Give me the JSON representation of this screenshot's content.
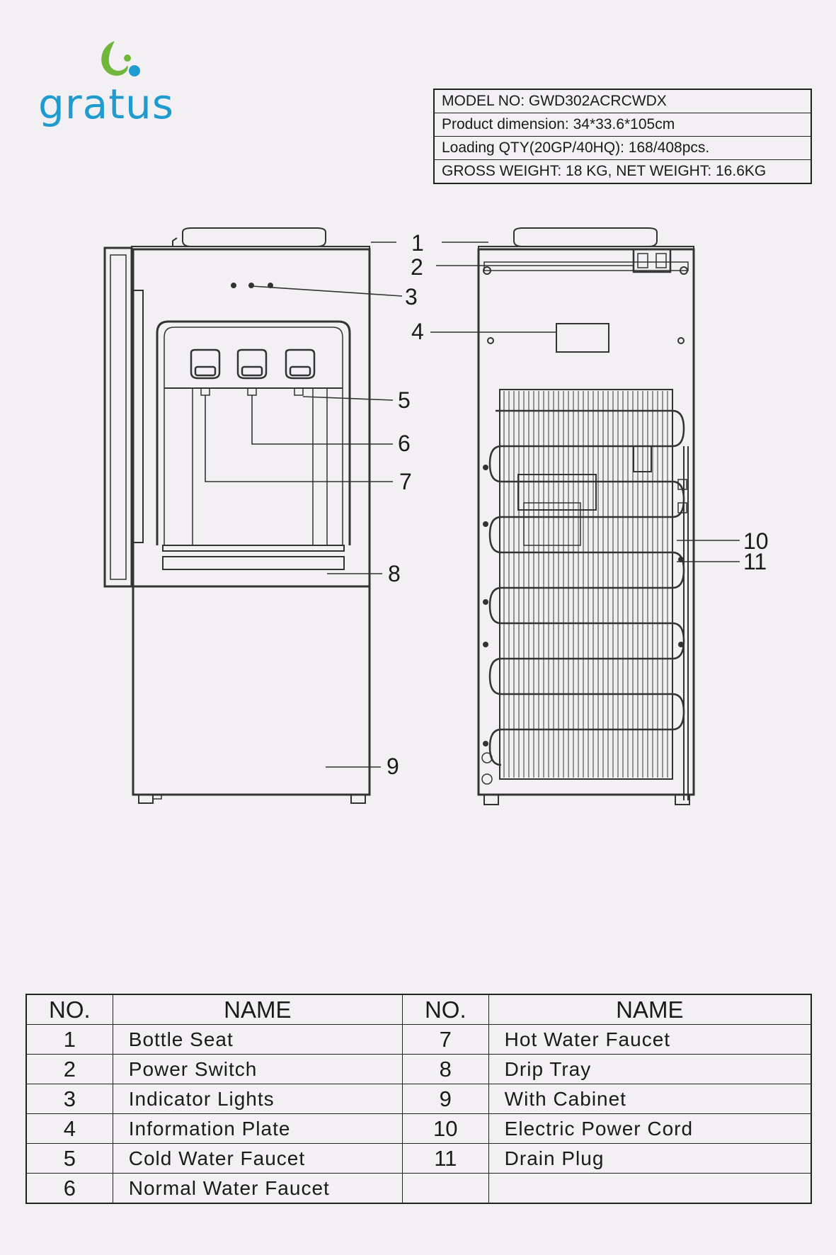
{
  "brand": {
    "name": "gratus",
    "colors": {
      "green": "#6fb63a",
      "blue": "#1f9bd0"
    }
  },
  "specs": [
    "MODEL NO: GWD302ACRCWDX",
    "Product dimension: 34*33.6*105cm",
    "Loading QTY(20GP/40HQ): 168/408pcs.",
    "GROSS WEIGHT: 18 KG, NET WEIGHT: 16.6KG"
  ],
  "callouts": [
    "1",
    "2",
    "3",
    "4",
    "5",
    "6",
    "7",
    "8",
    "9",
    "10",
    "11"
  ],
  "parts_table": {
    "headers": [
      "NO.",
      "NAME",
      "NO.",
      "NAME"
    ],
    "rows": [
      {
        "no_left": "1",
        "name_left": "Bottle Seat",
        "no_right": "7",
        "name_right": "Hot Water Faucet"
      },
      {
        "no_left": "2",
        "name_left": "Power Switch",
        "no_right": "8",
        "name_right": "Drip Tray"
      },
      {
        "no_left": "3",
        "name_left": "Indicator Lights",
        "no_right": "9",
        "name_right": "With Cabinet"
      },
      {
        "no_left": "4",
        "name_left": "Information Plate",
        "no_right": "10",
        "name_right": "Electric Power Cord"
      },
      {
        "no_left": "5",
        "name_left": "Cold Water Faucet",
        "no_right": "11",
        "name_right": "Drain Plug"
      },
      {
        "no_left": "6",
        "name_left": "Normal Water Faucet",
        "no_right": "",
        "name_right": ""
      }
    ]
  }
}
